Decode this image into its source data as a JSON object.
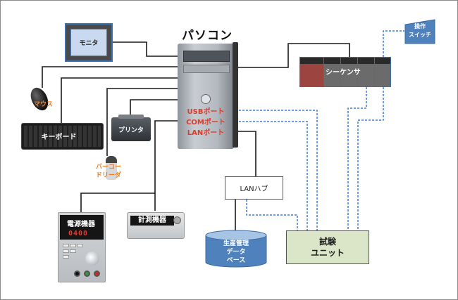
{
  "diagram": {
    "pc": {
      "title": "パソコン",
      "ports": [
        "USBポート",
        "COMポート",
        "LANポート"
      ]
    },
    "monitor": {
      "label": "モニタ"
    },
    "mouse": {
      "label": "マウス"
    },
    "keyboard": {
      "label": "キーボード"
    },
    "printer": {
      "label": "プリンタ"
    },
    "barcode_reader": {
      "label_line1": "バーコー",
      "label_line2": "ドリーダ"
    },
    "power_supply": {
      "label": "電源機器",
      "display_value": "0400"
    },
    "measuring_instrument": {
      "label": "計測機器"
    },
    "lan_hub": {
      "label": "LANハブ"
    },
    "database": {
      "line1": "生産管理",
      "line2": "データ",
      "line3": "ベース"
    },
    "sequencer": {
      "label": "シーケンサ"
    },
    "operation_switch": {
      "line1": "操作",
      "line2": "スイッチ"
    },
    "test_unit": {
      "line1": "試験",
      "line2": "ユニット"
    },
    "colors": {
      "wire_solid": "#1a1a1a",
      "wire_dashed": "#3b7fe0",
      "port_text": "#e03a2a",
      "device_label_orange": "#f47b20",
      "blue_fill": "#4f81bd",
      "test_unit_fill": "#dbe6c8",
      "sequencer_red": "#9c4540"
    }
  }
}
